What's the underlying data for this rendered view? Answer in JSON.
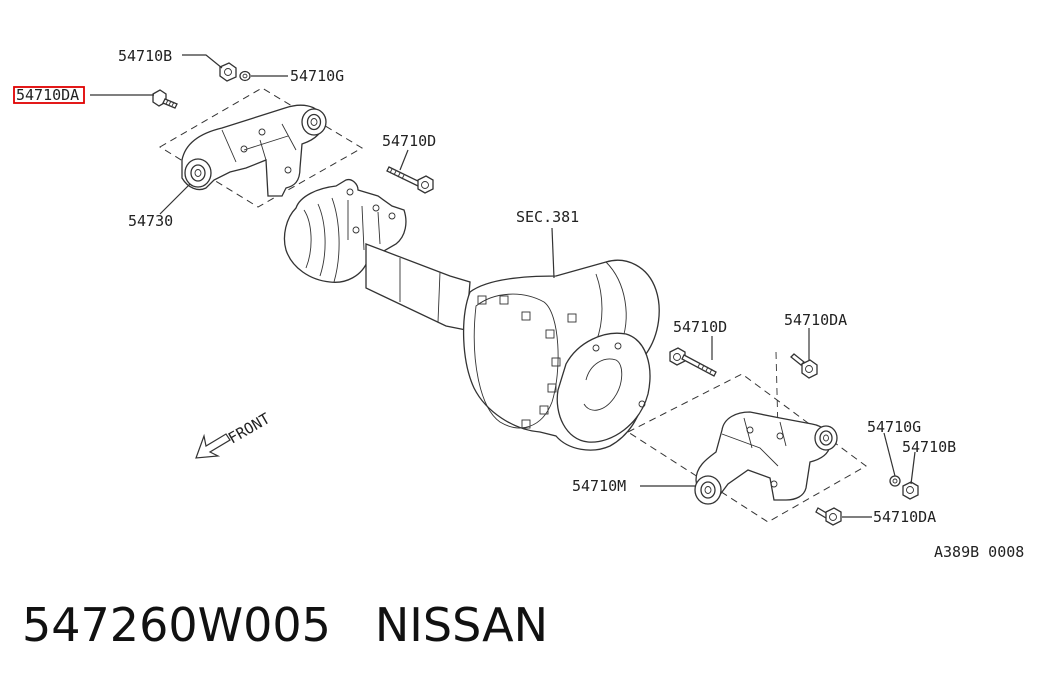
{
  "labels": {
    "c1": "54710B",
    "c2": "54710G",
    "c3": "54710DA",
    "c4": "54710D",
    "c5": "54730",
    "c6": "SEC.381",
    "c7": "54710D",
    "c8": "54710DA",
    "c9": "54710G",
    "c10": "54710B",
    "c11": "54710M",
    "c12": "54710DA",
    "front": "FRONT",
    "ref": "A389B 0008"
  },
  "highlight_color": "#e00000",
  "footer": {
    "part_number": "547260W005",
    "brand": "NISSAN"
  }
}
